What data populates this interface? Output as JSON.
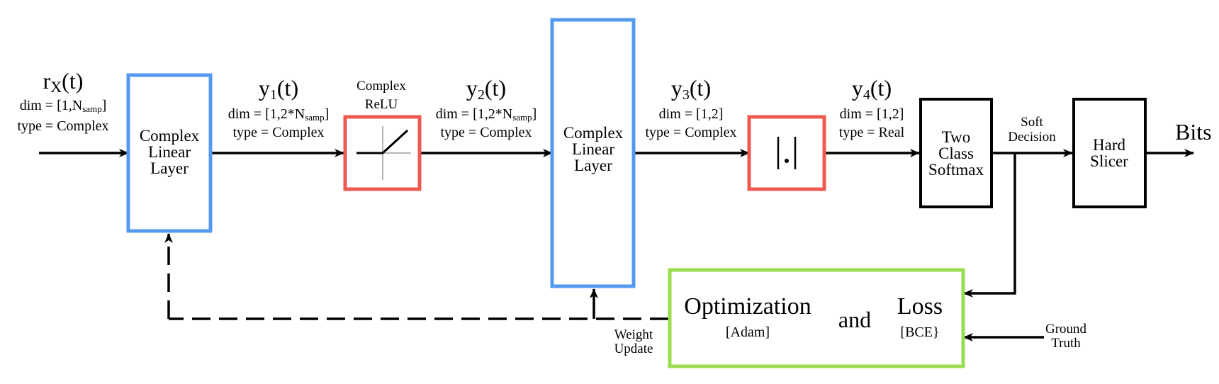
{
  "colors": {
    "linear_layer_border": "#5599ee",
    "activation_border": "#ee5a4f",
    "optimizer_border": "#99dd4e",
    "plain_block_border": "#000000",
    "line": "#000000"
  },
  "signals": {
    "input": {
      "base": "r",
      "sub": "X",
      "tail": "(t)",
      "dim_prefix": "dim = [1,N",
      "dim_sub": "samp",
      "dim_suffix": "]",
      "type": "type = Complex"
    },
    "y1": {
      "base": "y",
      "sub": "1",
      "tail": "(t)",
      "dim_prefix": "dim = [1,2*N",
      "dim_sub": "samp",
      "dim_suffix": "]",
      "type": "type = Complex"
    },
    "y2": {
      "base": "y",
      "sub": "2",
      "tail": "(t)",
      "dim_prefix": "dim = [1,2*N",
      "dim_sub": "samp",
      "dim_suffix": "]",
      "type": "type = Complex"
    },
    "y3": {
      "base": "y",
      "sub": "3",
      "tail": "(t)",
      "dim_prefix": "dim = [1,2]",
      "dim_sub": "",
      "dim_suffix": "",
      "type": "type = Complex"
    },
    "y4": {
      "base": "y",
      "sub": "4",
      "tail": "(t)",
      "dim_prefix": "dim = [1,2]",
      "dim_sub": "",
      "dim_suffix": "",
      "type": "type = Real"
    }
  },
  "blocks": {
    "linear1": {
      "line1": "Complex",
      "line2": "Linear",
      "line3": "Layer"
    },
    "relu": {
      "title_line1": "Complex",
      "title_line2": "ReLU"
    },
    "linear2": {
      "line1": "Complex",
      "line2": "Linear",
      "line3": "Layer"
    },
    "abs": {
      "symbol": "|.|"
    },
    "softmax": {
      "line1": "Two",
      "line2": "Class",
      "line3": "Softmax"
    },
    "slicer": {
      "line1": "Hard",
      "line2": "Slicer"
    },
    "optimizer": {
      "optimization": "Optimization",
      "adam": "[Adam]",
      "and": "and",
      "loss": "Loss",
      "bce": "[BCE}"
    }
  },
  "labels": {
    "soft_decision_line1": "Soft",
    "soft_decision_line2": "Decision",
    "output": "Bits",
    "weight_update_line1": "Weight",
    "weight_update_line2": "Update",
    "ground_truth_line1": "Ground",
    "ground_truth_line2": "Truth"
  }
}
